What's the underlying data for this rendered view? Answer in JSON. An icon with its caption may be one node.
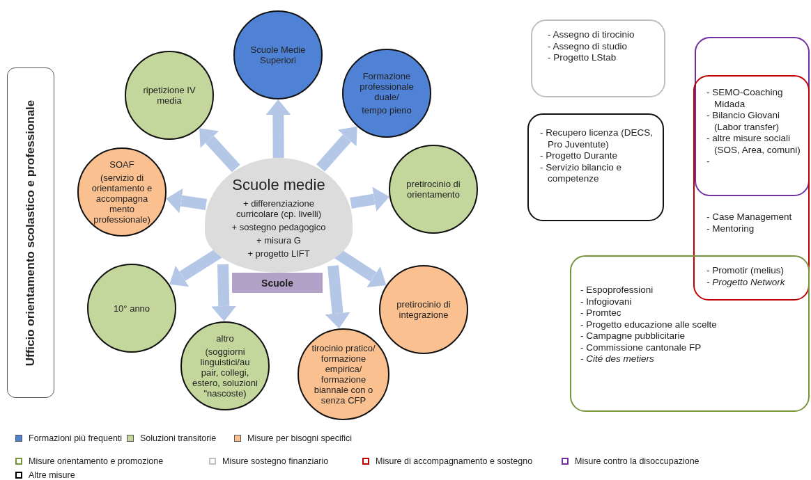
{
  "diagram": {
    "nodes": [
      {
        "text": [
          "Ufficio orientamento scolastico e professionale"
        ]
      },
      {
        "text": [
          "Scuole medie",
          "+ differenziazione curricolare (cp. livelli)",
          "+ sostegno pedagogico",
          "+ misura G",
          "+ progetto LIFT"
        ]
      },
      {
        "text": [
          "Scuole"
        ]
      },
      {
        "text": [
          "Scuole Medie Superiori"
        ]
      },
      {
        "text": [
          "Formazione professionale duale/",
          "tempo pieno"
        ]
      },
      {
        "text": [
          "pretirocinio di orientamento"
        ]
      },
      {
        "text": [
          "pretirocinio di integrazione"
        ]
      },
      {
        "text": [
          "tirocinio pratico/ formazione empirica/ formazione biannale con o senza CFP"
        ]
      },
      {
        "text": [
          "altro",
          "(soggiorni linguistici/au pair, collegi, estero, soluzioni \"nascoste)"
        ]
      },
      {
        "text": [
          "10° anno"
        ]
      },
      {
        "text": [
          "SOAF",
          "(servizio di orientamento e accompagna mento professionale)"
        ]
      },
      {
        "text": [
          "ripetizione IV media"
        ]
      },
      {
        "text": [
          "- Assegno di tirocinio",
          "- Assegno di studio",
          "- Progetto LStab"
        ]
      },
      {
        "text": [
          "- Recupero licenza (DECS, Pro Juventute)",
          "- Progetto Durante",
          "- Servizio bilancio e competenze"
        ]
      },
      {
        "text": [
          "- SEMO-Coaching Midada",
          "- Bilancio Giovani (Labor transfer)",
          "- altre misure sociali (SOS, Area, comuni)",
          "-"
        ]
      },
      {
        "text": [
          "- Case Management",
          "- Mentoring",
          "- Promotir (melius)",
          "- Progetto Network"
        ]
      },
      {
        "text": [
          "- Espoprofessioni",
          "- Infogiovani",
          "- Promtec",
          "- Progetto educazione alle scelte",
          "- Campagne pubblicitarie",
          "- Commissione cantonale FP",
          "- Cité des metiers"
        ]
      }
    ],
    "edges": [
      {
        "from": 1,
        "to": 3,
        "arrow": "to"
      },
      {
        "from": 1,
        "to": 4,
        "arrow": "to"
      },
      {
        "from": 1,
        "to": 5,
        "arrow": "to"
      },
      {
        "from": 1,
        "to": 6,
        "arrow": "to"
      },
      {
        "from": 1,
        "to": 7,
        "arrow": "to"
      },
      {
        "from": 1,
        "to": 8,
        "arrow": "to"
      },
      {
        "from": 1,
        "to": 9,
        "arrow": "to"
      },
      {
        "from": 1,
        "to": 10,
        "arrow": "to"
      },
      {
        "from": 1,
        "to": 11,
        "arrow": "to"
      }
    ],
    "legend": [
      {
        "text": "Formazioni più frequenti",
        "color": "#4f81d4"
      },
      {
        "text": "Soluzioni transitorie",
        "color": "#c3d69b"
      },
      {
        "text": "Misure per bisogni specifici",
        "color": "#fac090"
      },
      {
        "text": "Misure orientamento e promozione",
        "color": "#77933c"
      },
      {
        "text": "Misure sostegno finanziario",
        "color": "#bfbfbf"
      },
      {
        "text": "Misure di accompagnamento e sostegno",
        "color": "#c00000"
      },
      {
        "text": "Misure contro la disoccupazione",
        "color": "#7030a0"
      },
      {
        "text": "Altre misure",
        "color": "#000000"
      }
    ]
  }
}
